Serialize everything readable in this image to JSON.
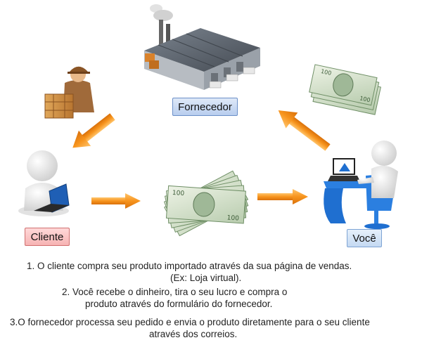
{
  "labels": {
    "fornecedor": "Fornecedor",
    "cliente": "Cliente",
    "voce": "Você"
  },
  "steps": {
    "step1_line1": "1.    O cliente compra seu produto importado através da sua página de vendas.",
    "step1_line2": "(Ex: Loja virtual).",
    "step2_line1": "2. Você recebe o dinheiro, tira o seu lucro e compra o",
    "step2_line2": "produto através do formulário do fornecedor.",
    "step3_line1": "3.O fornecedor processa seu pedido e envia o produto diretamente para o seu cliente",
    "step3_line2": "através dos correios."
  },
  "colors": {
    "arrow": "#f7941d",
    "money_green": "#8fb58a",
    "warehouse_roof": "#5d6570",
    "person": "#f2f2f2",
    "laptop_blue": "#1f6fd0"
  }
}
